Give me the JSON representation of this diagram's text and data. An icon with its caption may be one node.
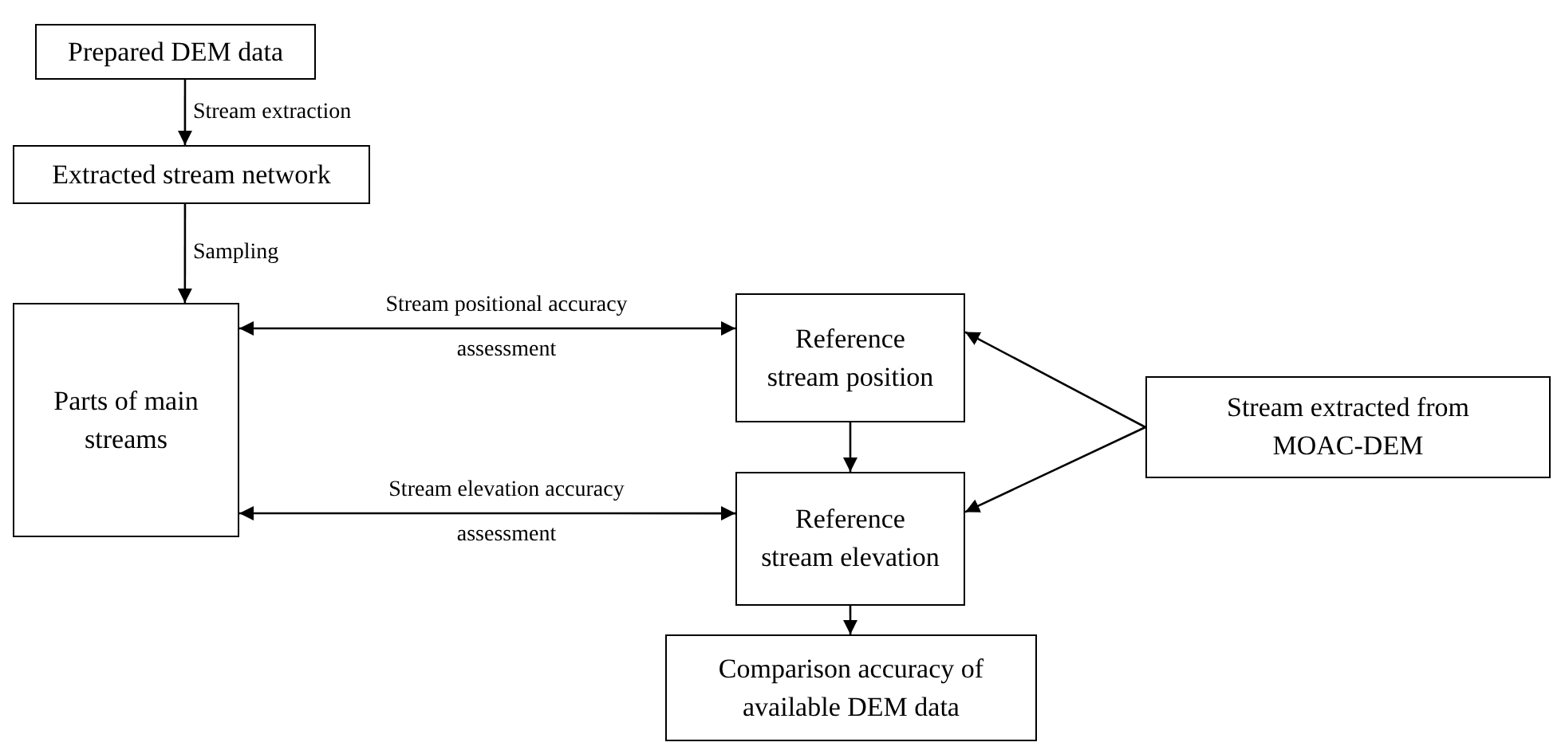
{
  "diagram": {
    "nodes": [
      {
        "text": [
          "Prepared DEM data"
        ]
      },
      {
        "text": [
          "Extracted stream network"
        ]
      },
      {
        "text": [
          "Parts of main streams"
        ]
      },
      {
        "text": [
          "Reference stream position"
        ]
      },
      {
        "text": [
          "Reference stream elevation"
        ]
      },
      {
        "text": [
          "Stream extracted from MOAC-DEM"
        ]
      },
      {
        "text": [
          "Comparison accuracy of available DEM data"
        ]
      }
    ],
    "edges": [
      {
        "from": 0,
        "to": 1,
        "arrow": "to",
        "label": "Stream extraction"
      },
      {
        "from": 1,
        "to": 2,
        "arrow": "to",
        "label": "Sampling"
      },
      {
        "from": 2,
        "to": 3,
        "arrow": "both",
        "label": "Stream positional accuracy assessment"
      },
      {
        "from": 2,
        "to": 4,
        "arrow": "both",
        "label": "Stream elevation accuracy assessment"
      },
      {
        "from": 3,
        "to": 4,
        "arrow": "to"
      },
      {
        "from": 5,
        "to": 3,
        "arrow": "to"
      },
      {
        "from": 5,
        "to": 4,
        "arrow": "to"
      },
      {
        "from": 4,
        "to": 6,
        "arrow": "to"
      }
    ]
  }
}
